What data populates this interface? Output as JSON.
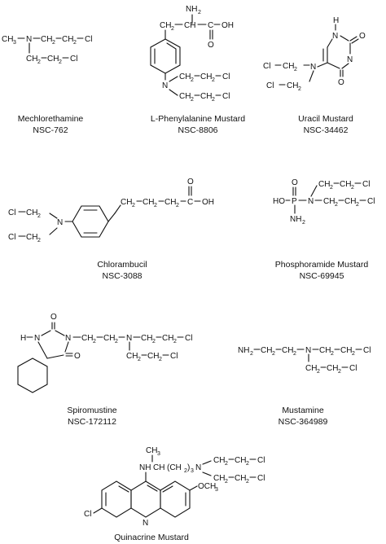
{
  "compounds": [
    {
      "name": "Mechlorethamine",
      "code": "NSC-762"
    },
    {
      "name": "L-Phenylalanine Mustard",
      "code": "NSC-8806"
    },
    {
      "name": "Uracil Mustard",
      "code": "NSC-34462"
    },
    {
      "name": "Chlorambucil",
      "code": "NSC-3088"
    },
    {
      "name": "Phosphoramide Mustard",
      "code": "NSC-69945"
    },
    {
      "name": "Spiromustine",
      "code": "NSC-172112"
    },
    {
      "name": "Mustamine",
      "code": "NSC-364989"
    },
    {
      "name": "Quinacrine Mustard",
      "code": ""
    }
  ],
  "atoms": {
    "ch3": "CH",
    "sub3": "3",
    "sub2": "2",
    "n": "N",
    "o": "O",
    "h": "H",
    "p": "P",
    "ch2": "CH",
    "ch": "CH",
    "c": "C",
    "cl": "Cl",
    "oh": "OH",
    "nh2": "NH",
    "ho": "HO",
    "nh": "NH",
    "och3": "OCH",
    "dash": "—"
  }
}
